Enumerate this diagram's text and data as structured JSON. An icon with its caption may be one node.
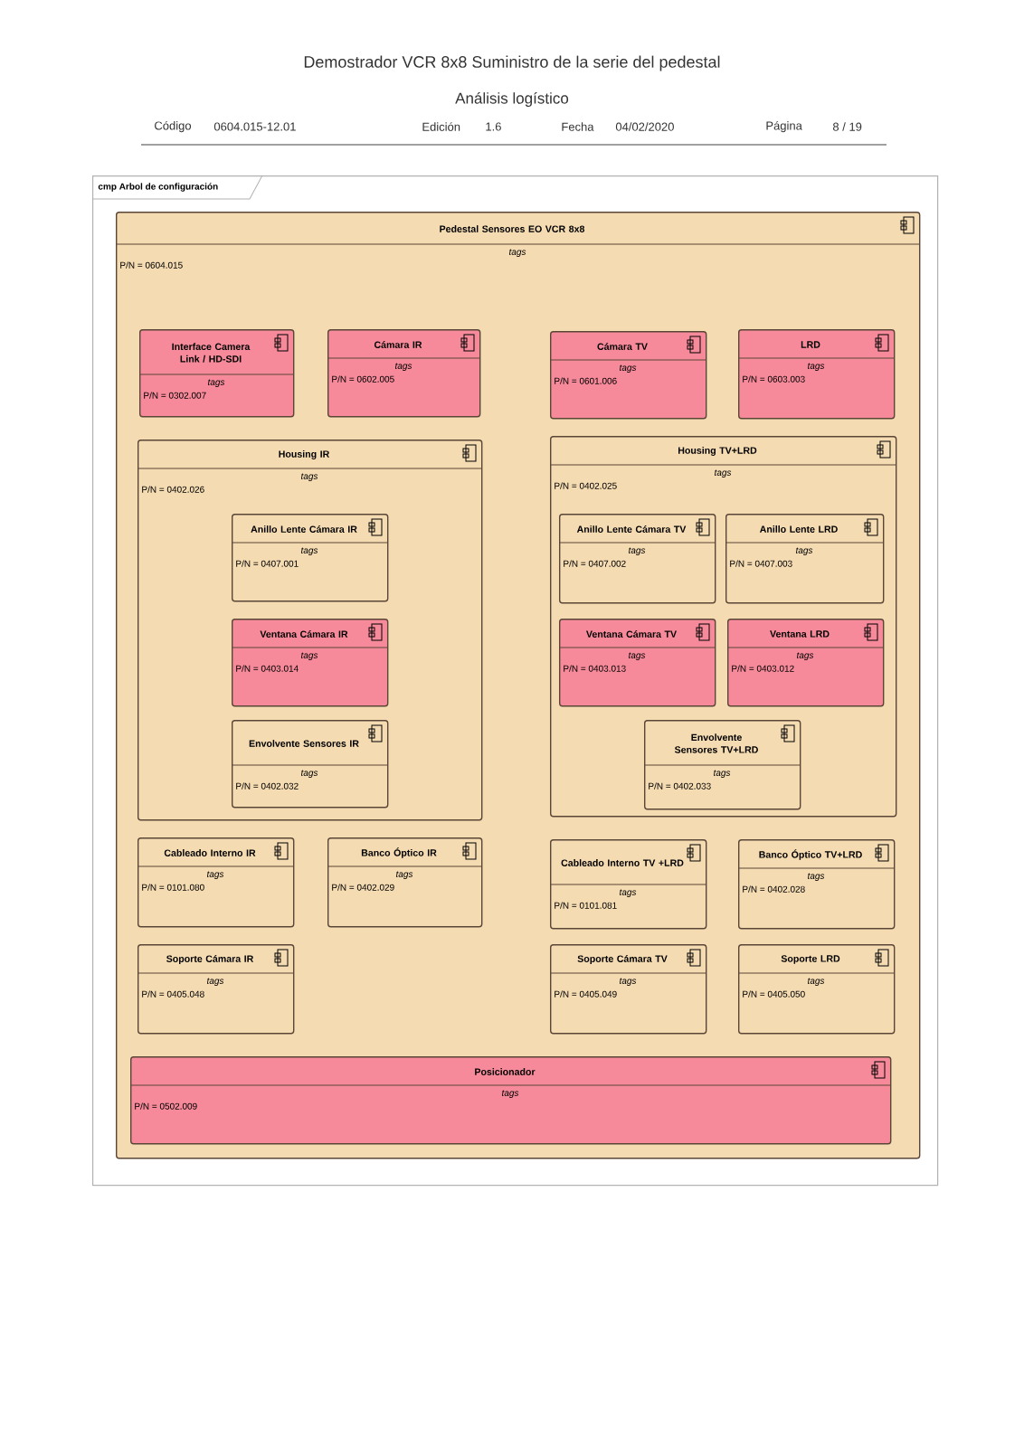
{
  "diagram": {
    "title": "Demostrador VCR 8x8 Suministro de la serie del pedestal",
    "nodes": [
      {
        "text": [
          "cmp Arbol de configuración"
        ]
      },
      {
        "text": [
          "Pedestal Sensores EO VCR 8x8",
          "tags",
          "P/N = 0604.015"
        ],
        "in": 0
      },
      {
        "text": [
          "Interface Camera Link / HD-SDI",
          "tags",
          "P/N = 0302.007"
        ],
        "in": 1
      },
      {
        "text": [
          "Cámara IR",
          "tags",
          "P/N = 0602.005"
        ],
        "in": 1
      },
      {
        "text": [
          "Cámara TV",
          "tags",
          "P/N = 0601.006"
        ],
        "in": 1
      },
      {
        "text": [
          "LRD",
          "tags",
          "P/N = 0603.003"
        ],
        "in": 1
      },
      {
        "text": [
          "Housing IR",
          "tags",
          "P/N = 0402.026"
        ],
        "in": 1
      },
      {
        "text": [
          "Anillo Lente Cámara IR",
          "tags",
          "P/N = 0407.001"
        ],
        "in": 6
      },
      {
        "text": [
          "Ventana Cámara IR",
          "tags",
          "P/N = 0403.014"
        ],
        "in": 6
      },
      {
        "text": [
          "Envolvente Sensores IR",
          "tags",
          "P/N = 0402.032"
        ],
        "in": 6
      },
      {
        "text": [
          "Housing TV+LRD",
          "tags",
          "P/N = 0402.025"
        ],
        "in": 1
      },
      {
        "text": [
          "Anillo Lente Cámara TV",
          "tags",
          "P/N = 0407.002"
        ],
        "in": 10
      },
      {
        "text": [
          "Anillo Lente LRD",
          "tags",
          "P/N = 0407.003"
        ],
        "in": 10
      },
      {
        "text": [
          "Ventana Cámara TV",
          "tags",
          "P/N = 0403.013"
        ],
        "in": 10
      },
      {
        "text": [
          "Ventana LRD",
          "tags",
          "P/N = 0403.012"
        ],
        "in": 10
      },
      {
        "text": [
          "Envolvente Sensores TV+LRD",
          "tags",
          "P/N = 0402.033"
        ],
        "in": 10
      },
      {
        "text": [
          "Cableado Interno IR",
          "tags",
          "P/N = 0101.080"
        ],
        "in": 1
      },
      {
        "text": [
          "Banco Óptico IR",
          "tags",
          "P/N = 0402.029"
        ],
        "in": 1
      },
      {
        "text": [
          "Cableado Interno TV +LRD",
          "tags",
          "P/N = 0101.081"
        ],
        "in": 1
      },
      {
        "text": [
          "Banco Óptico TV+LRD",
          "tags",
          "P/N = 0402.028"
        ],
        "in": 1
      },
      {
        "text": [
          "Soporte Cámara IR",
          "tags",
          "P/N = 0405.048"
        ],
        "in": 1
      },
      {
        "text": [
          "Soporte Cámara TV",
          "tags",
          "P/N = 0405.049"
        ],
        "in": 1
      },
      {
        "text": [
          "Soporte LRD",
          "tags",
          "P/N = 0405.050"
        ],
        "in": 1
      },
      {
        "text": [
          "Posicionador",
          "tags",
          "P/N = 0502.009"
        ],
        "in": 1
      }
    ],
    "labels": [
      "Análisis logístico",
      "Código",
      "0604.015-12.01",
      "Edición",
      "1.6",
      "Fecha",
      "04/02/2020",
      "Página",
      "8 / 19"
    ]
  }
}
